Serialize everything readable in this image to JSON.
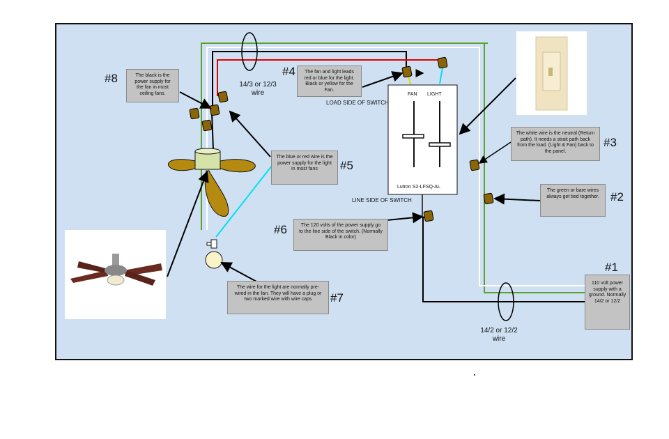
{
  "callouts": {
    "c8": "The black is the power supply for the fan in most ceiling fans.",
    "c4": "The fan and light leads red or blue for the light. Black or yellow for the Fan.",
    "c5": "The blue or red wire is the power supply for the light in most fans",
    "c3": "The white wire is the neutral (Return path). It needs a strait path back from the load. (Light & Fan) back to the panel.",
    "c2": "The green or bare wires always get tied together.",
    "c6": "The 120 volts of the power supply go to the line side of the switch. (Normally Black in color)",
    "c7": "The wire for the light are normally pre-wired in the fan. They will have a plug or two marked wire with wire caps",
    "c1": "110 volt power supply with a ground. Normally 14/2 or 12/2"
  },
  "numbers": {
    "n1": "#1",
    "n2": "#2",
    "n3": "#3",
    "n4": "#4",
    "n5": "#5",
    "n6": "#6",
    "n7": "#7",
    "n8": "#8"
  },
  "switch": {
    "load_side": "LOAD SIDE OF SWITCH",
    "line_side": "LINE SIDE OF SWITCH",
    "fan": "FAN",
    "light": "LIGHT",
    "model": "Lutron S2-LFSQ-AL"
  },
  "wires": {
    "upper_line1": "14/3 or 12/3",
    "upper_line2": "wire",
    "lower_line1": "14/2 or 12/2",
    "lower_line2": "wire"
  },
  "colors": {
    "background": "#cfe0f2",
    "green_wire": "#5aa02c",
    "red_wire": "#e00000",
    "blue_wire": "#00e0f0",
    "white_wire": "#ffffff",
    "black_wire": "#000000",
    "wire_nut": "#8b6508",
    "fan_blade": "#b58a10"
  },
  "icons": [
    "wire-nut-icon",
    "ceiling-fan-icon",
    "light-kit-icon",
    "switch-plate-icon"
  ]
}
